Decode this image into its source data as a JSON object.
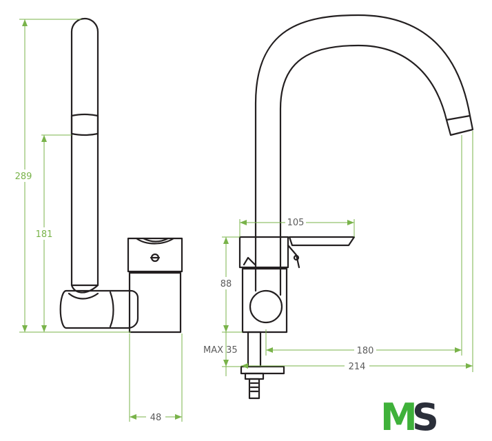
{
  "dimensions": {
    "total_height": "289",
    "pivot_height": "181",
    "base_width": "48",
    "handle_length": "105",
    "body_height": "88",
    "max_thickness": "MAX 35",
    "spout_reach": "180",
    "total_reach": "214"
  },
  "logo": {
    "letter_m": "M",
    "letter_s": "S",
    "color_m": "#3fb13a",
    "color_s": "#2b2f3a"
  },
  "colors": {
    "line": "#231f20",
    "dimension": "#79b34a"
  }
}
